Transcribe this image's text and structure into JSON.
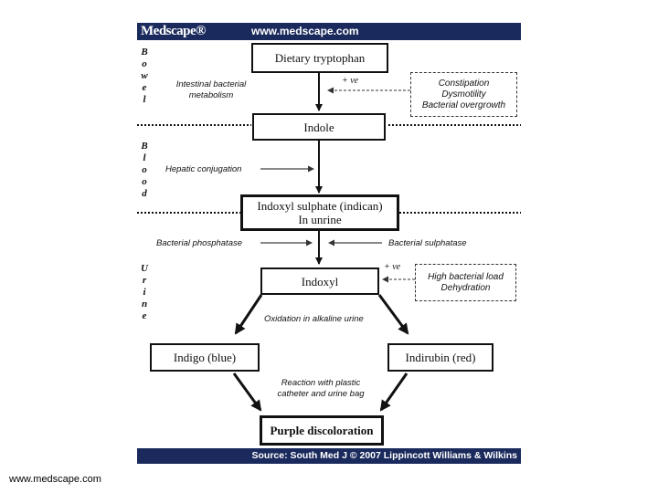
{
  "header": {
    "logo": "Medscape®",
    "url": "www.medscape.com"
  },
  "footer": {
    "source": "Source: South Med J © 2007 Lippincott Williams & Wilkins"
  },
  "page_url": "www.medscape.com",
  "sections": {
    "bowel": "Bowel",
    "blood": "Blood",
    "urine": "Urine"
  },
  "boxes": {
    "dietary_tryptophan": "Dietary tryptophan",
    "indole": "Indole",
    "indoxyl_sulphate_line1": "Indoxyl sulphate (indican)",
    "indoxyl_sulphate_line2": "In unrine",
    "indoxyl": "Indoxyl",
    "indigo": "Indigo (blue)",
    "indirubin": "Indirubin (red)",
    "purple": "Purple discoloration"
  },
  "factors": {
    "bowel": [
      "Constipation",
      "Dysmotility",
      "Bacterial overgrowth"
    ],
    "urine": [
      "High bacterial load",
      "Dehydration"
    ]
  },
  "labels": {
    "intestinal_line1": "Intestinal bacterial",
    "intestinal_line2": "metabolism",
    "plus_ve_1": "+ ve",
    "plus_ve_2": "+ ve",
    "hepatic": "Hepatic conjugation",
    "bacterial_phosphatase": "Bacterial phosphatase",
    "bacterial_sulphatase": "Bacterial sulphatase",
    "oxidation": "Oxidation in alkaline urine",
    "reaction_line1": "Reaction with plastic",
    "reaction_line2": "catheter and urine bag"
  }
}
